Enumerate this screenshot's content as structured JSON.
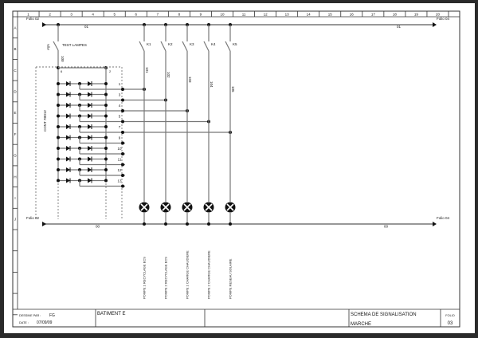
{
  "grid": {
    "columns": [
      "1",
      "2",
      "3",
      "4",
      "5",
      "6",
      "7",
      "8",
      "9",
      "10",
      "11",
      "12",
      "13",
      "14",
      "15",
      "16",
      "17",
      "18",
      "19",
      "20"
    ],
    "rows": [
      "A",
      "B",
      "C",
      "D",
      "E",
      "F",
      "G",
      "H",
      "I",
      "J"
    ]
  },
  "top_bus": {
    "from": "Folio 02",
    "to": "Folio 04",
    "wire_label_left": "01",
    "wire_label_right": "01"
  },
  "bottom_bus": {
    "from": "Folio 02",
    "to": "Folio 04",
    "wire_label_left": "00",
    "wire_label_right": "00"
  },
  "test_switch": {
    "label": "TEST LAMPES",
    "wire": "100",
    "node_left": "6",
    "node_right": "2"
  },
  "module": {
    "label": "CONT 7B012",
    "terminals": [
      "1",
      "3",
      "4",
      "5",
      "7",
      "9",
      "10",
      "11",
      "12",
      "13"
    ]
  },
  "relays": [
    {
      "contact": "K1",
      "wire": "101",
      "lamp": "POMPE 1 RECYCLAGE ECS"
    },
    {
      "contact": "K2",
      "wire": "102",
      "lamp": "POMPE 2 RECYCLAGE ECS"
    },
    {
      "contact": "K3",
      "wire": "103",
      "lamp": "POMPE 1 CHARGE CHAUDIERE"
    },
    {
      "contact": "K4",
      "wire": "104",
      "lamp": "POMPE 2 CHARGE CHAUDIERE"
    },
    {
      "contact": "K5",
      "wire": "105",
      "lamp": "POMPE RESEAU SOLAIRE"
    }
  ],
  "title_block": {
    "designed_by_label": "DESSINE PAR :",
    "designed_by": "FG",
    "date_label": "DATE :",
    "date": "07/09/09",
    "building": "BATIMENT E",
    "title": "SCHEMA DE SIGNALISATION",
    "subtitle": "MARCHE",
    "folio_label": "FOLIO",
    "folio": "03"
  }
}
